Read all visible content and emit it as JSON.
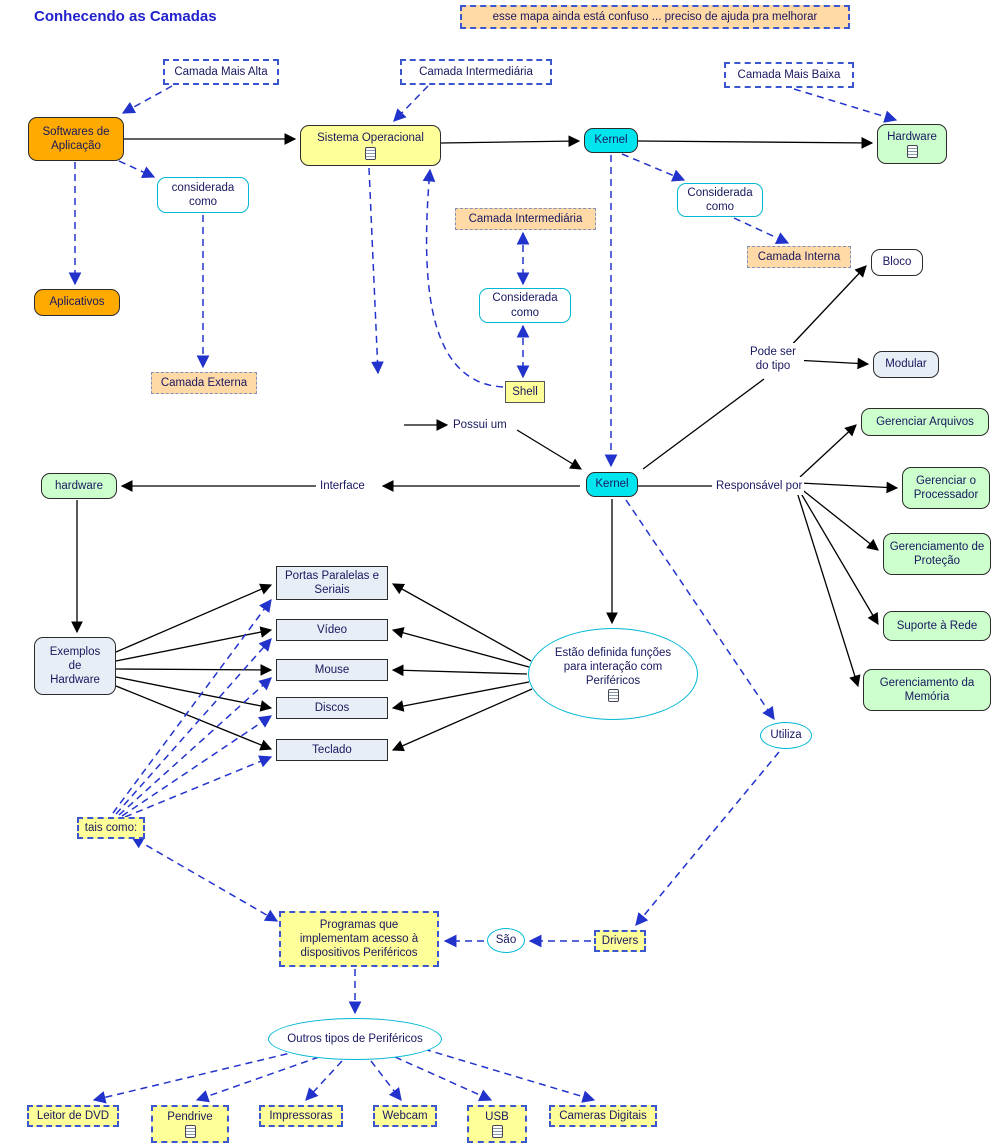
{
  "title": "Conhecendo as Camadas",
  "note": "esse mapa ainda está confuso ... preciso de ajuda pra melhorar",
  "colors": {
    "accent_orange": "#FFAA00",
    "accent_yellow": "#FFFF99",
    "accent_cyan": "#00E5EE",
    "accent_green": "#CCFFCC",
    "accent_peach": "#FFD9A6",
    "link_blue": "#2233CC"
  },
  "nodes": {
    "camada_mais_alta": "Camada Mais Alta",
    "camada_intermediaria_label": "Camada Intermediária",
    "camada_mais_baixa": "Camada Mais Baixa",
    "softwares_de_aplicacao": "Softwares de Aplicação",
    "sistema_operacional": "Sistema Operacional",
    "kernel_top": "Kernel",
    "hardware_top": "Hardware",
    "considerada_como_sw": "considerada como",
    "considerada_como_kernel": "Considerada como",
    "camada_intermediaria_tag": "Camada Intermediária",
    "camada_interna": "Camada Interna",
    "bloco": "Bloco",
    "aplicativos": "Aplicativos",
    "considerada_como_so": "Considerada como",
    "modular": "Modular",
    "camada_externa": "Camada Externa",
    "shell": "Shell",
    "gerenciar_arquivos": "Gerenciar Arquivos",
    "possui_um": "Possui um",
    "hardware_mid": "hardware",
    "interface": "Interface",
    "kernel_mid": "Kernel",
    "responsavel_por": "Responsável por",
    "pode_ser_do_tipo": "Pode ser\ndo tipo",
    "gerenciar_o_processador": "Gerenciar o Processador",
    "gerenciamento_de_protecao": "Gerenciamento de Proteção",
    "suporte_a_rede": "Suporte à Rede",
    "gerenciamento_da_memoria": "Gerenciamento da Memória",
    "portas_paralelas": "Portas Paralelas e Seriais",
    "video": "Vídeo",
    "mouse": "Mouse",
    "discos": "Discos",
    "teclado": "Teclado",
    "exemplos_de_hardware": "Exemplos de Hardware",
    "funcoes_perifericos": "Estão definida funções para interação com Periféricos",
    "utiliza": "Utiliza",
    "tais_como": "tais como:",
    "programas_acesso": "Programas que implementam acesso à dispositivos Periféricos",
    "sao": "São",
    "drivers": "Drivers",
    "outros_perifericos": "Outros tipos de Periféricos",
    "leitor_de_dvd": "Leitor de DVD",
    "pendrive": "Pendrive",
    "impressoras": "Impressoras",
    "webcam": "Webcam",
    "usb": "USB",
    "cameras_digitais": "Cameras Digitais"
  }
}
